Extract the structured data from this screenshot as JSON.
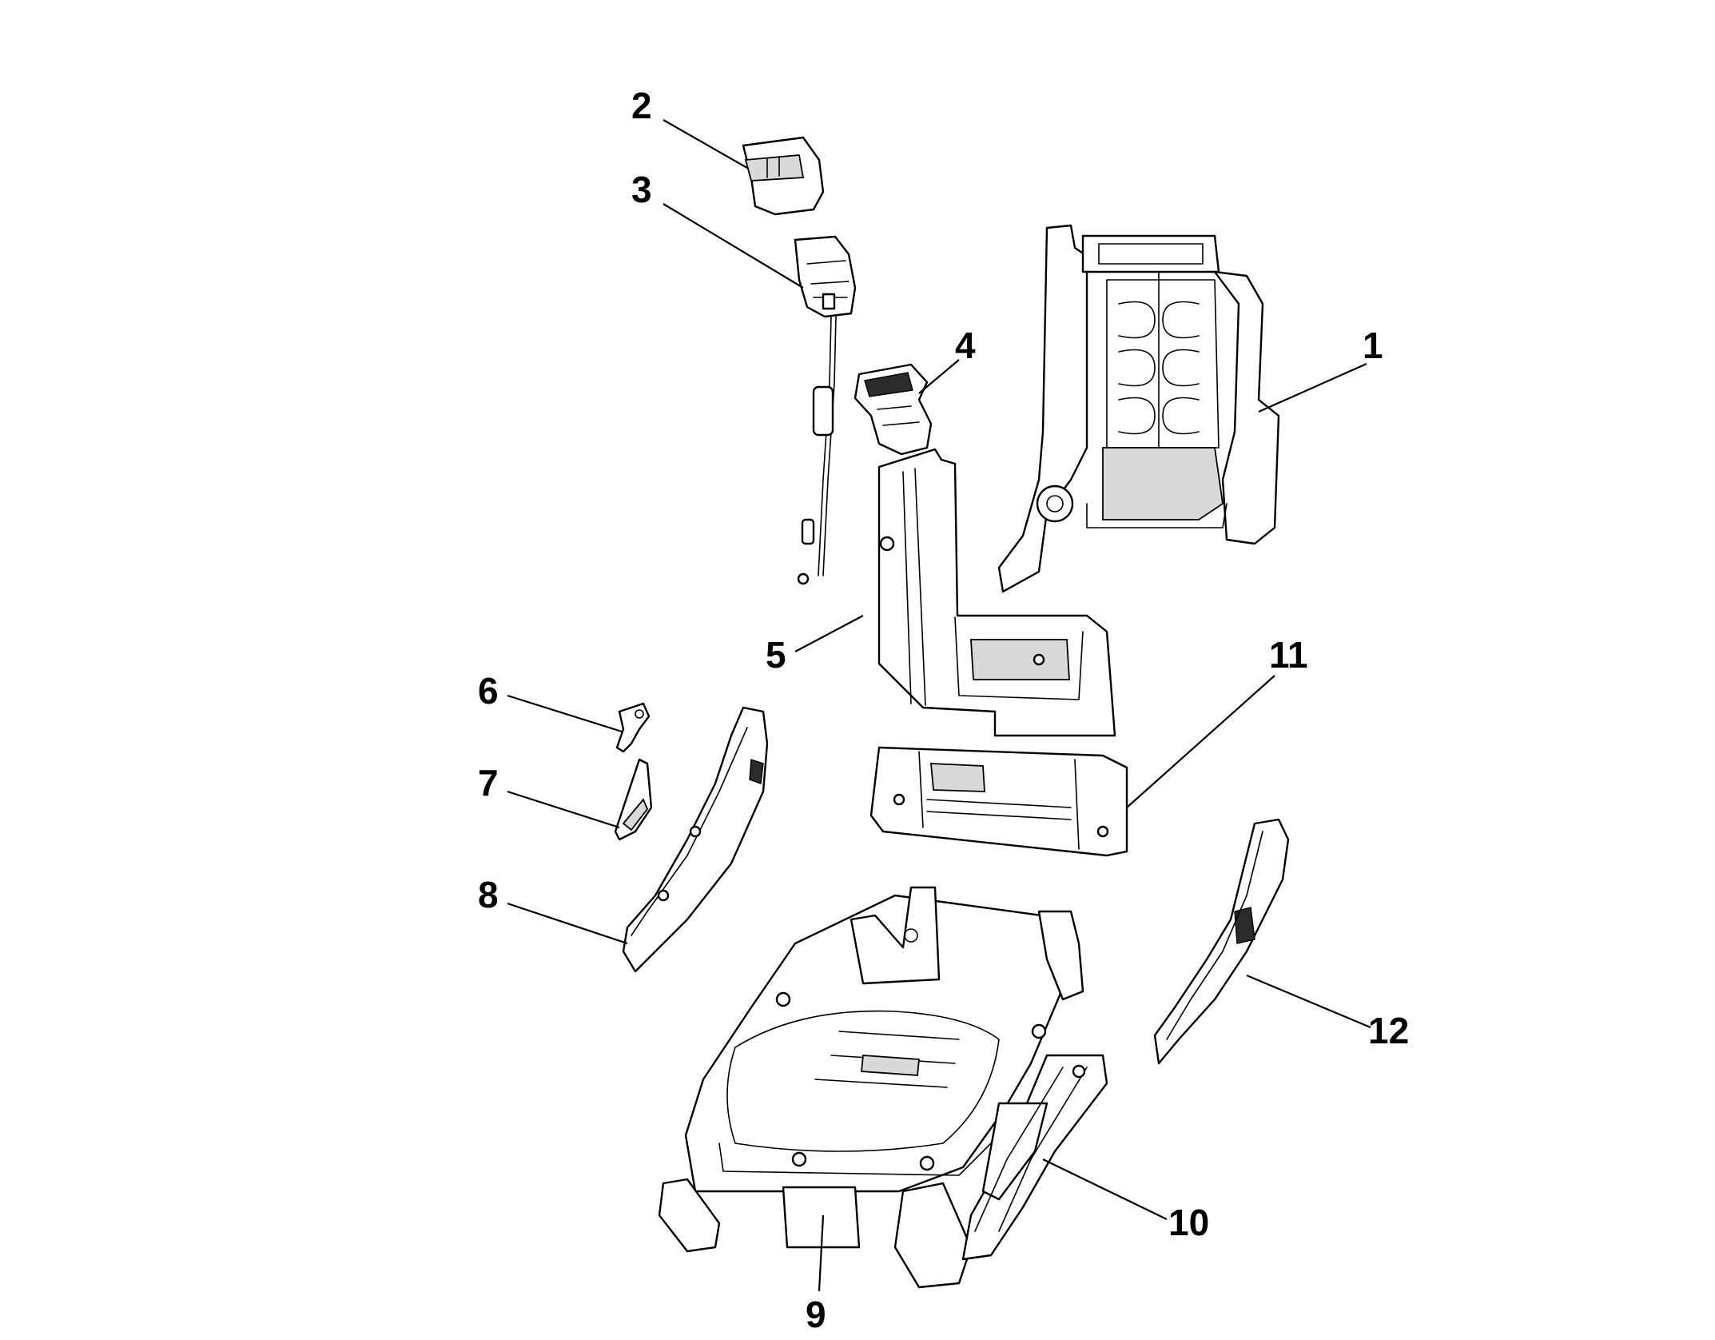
{
  "callouts": [
    {
      "id": "1",
      "label": "1"
    },
    {
      "id": "2",
      "label": "2"
    },
    {
      "id": "3",
      "label": "3"
    },
    {
      "id": "4",
      "label": "4"
    },
    {
      "id": "5",
      "label": "5"
    },
    {
      "id": "6",
      "label": "6"
    },
    {
      "id": "7",
      "label": "7"
    },
    {
      "id": "8",
      "label": "8"
    },
    {
      "id": "9",
      "label": "9"
    },
    {
      "id": "10",
      "label": "10"
    },
    {
      "id": "11",
      "label": "11"
    },
    {
      "id": "12",
      "label": "12"
    }
  ],
  "colors": {
    "line": "#000000",
    "background": "#ffffff",
    "shade": "#d9d9d9"
  }
}
